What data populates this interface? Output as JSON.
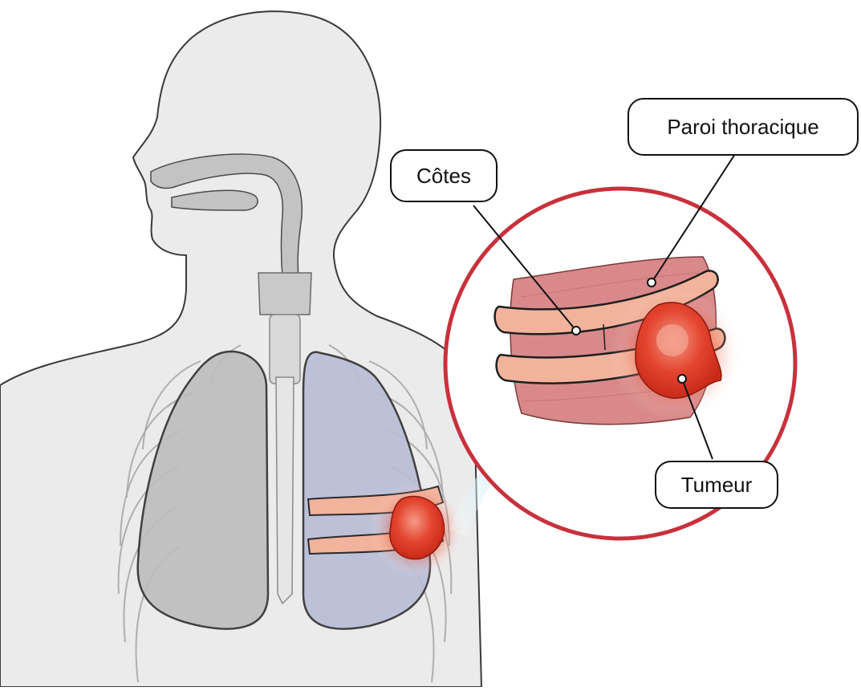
{
  "labels": {
    "ribs": "Côtes",
    "chest_wall": "Paroi thoracique",
    "tumor": "Tumeur"
  },
  "colors": {
    "body_fill": "#ebebeb",
    "outline": "#3a3a3a",
    "lung_left": "#bdbdbd",
    "lung_right": "#b9bdd6",
    "rib_pink": "#f2b39c",
    "muscle": "#d9898a",
    "tumor": "#e0432d",
    "callout_circle": "#c8313c",
    "arrow": "#a9ddf3"
  }
}
